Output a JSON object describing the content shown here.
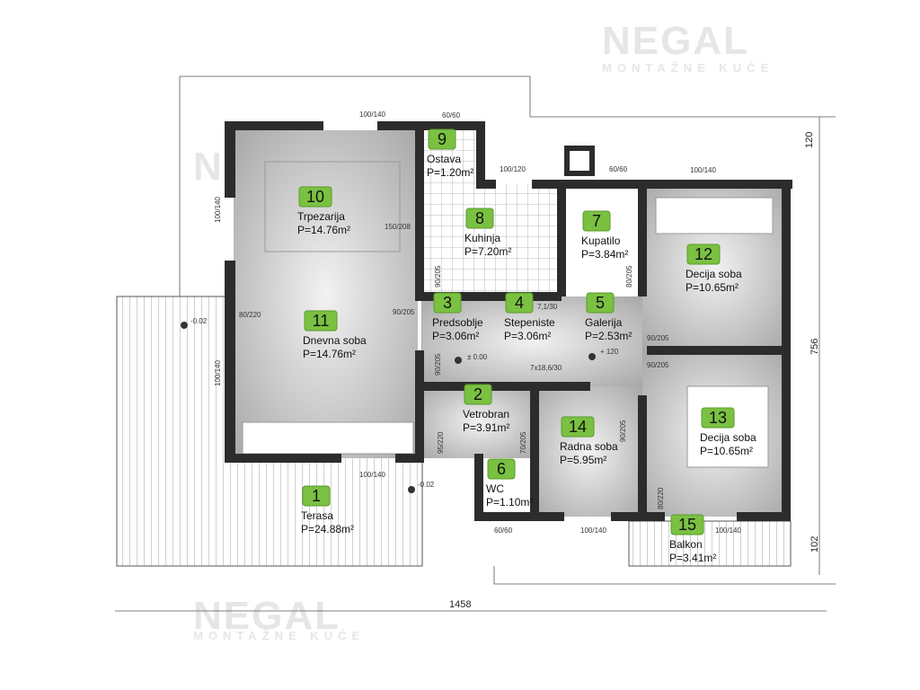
{
  "watermark": {
    "brand": "NEGAL",
    "tagline": "MONTAŽNE KUĆE"
  },
  "rooms": [
    {
      "num": "1",
      "name": "Terasa",
      "area": "P=24.88m²"
    },
    {
      "num": "2",
      "name": "Vetrobran",
      "area": "P=3.91m²"
    },
    {
      "num": "3",
      "name": "Predsoblje",
      "area": "P=3.06m²"
    },
    {
      "num": "4",
      "name": "Stepeniste",
      "area": "P=3.06m²"
    },
    {
      "num": "5",
      "name": "Galerija",
      "area": "P=2.53m²"
    },
    {
      "num": "6",
      "name": "WC",
      "area": "P=1.10m²"
    },
    {
      "num": "7",
      "name": "Kupatilo",
      "area": "P=3.84m²"
    },
    {
      "num": "8",
      "name": "Kuhinja",
      "area": "P=7.20m²"
    },
    {
      "num": "9",
      "name": "Ostava",
      "area": "P=1.20m²"
    },
    {
      "num": "10",
      "name": "Trpezarija",
      "area": "P=14.76m²"
    },
    {
      "num": "11",
      "name": "Dnevna soba",
      "area": "P=14.76m²"
    },
    {
      "num": "12",
      "name": "Decija soba",
      "area": "P=10.65m²"
    },
    {
      "num": "13",
      "name": "Decija soba",
      "area": "P=10.65m²"
    },
    {
      "num": "14",
      "name": "Radna soba",
      "area": "P=5.95m²"
    },
    {
      "num": "15",
      "name": "Balkon",
      "area": "P=3.41m²"
    }
  ],
  "dimensions": {
    "top_offset": "120",
    "height": "756",
    "balcony": "102",
    "width": "1458"
  },
  "windows": [
    "100/140",
    "60/60",
    "100/120",
    "60/60",
    "100/140",
    "100/140",
    "100/140",
    "60/60",
    "100/140",
    "100/140",
    "100/140"
  ],
  "doors": [
    "150/208",
    "80/220",
    "90/205",
    "90/205",
    "90/205",
    "90/205",
    "80/205",
    "95/220",
    "70/205",
    "90/205",
    "80/220",
    "90/205"
  ],
  "levels": [
    "-0.02",
    "-0.02",
    "± 0.00",
    "+ 120"
  ],
  "stairs": [
    "7,1/30",
    "7x18,6/30"
  ]
}
